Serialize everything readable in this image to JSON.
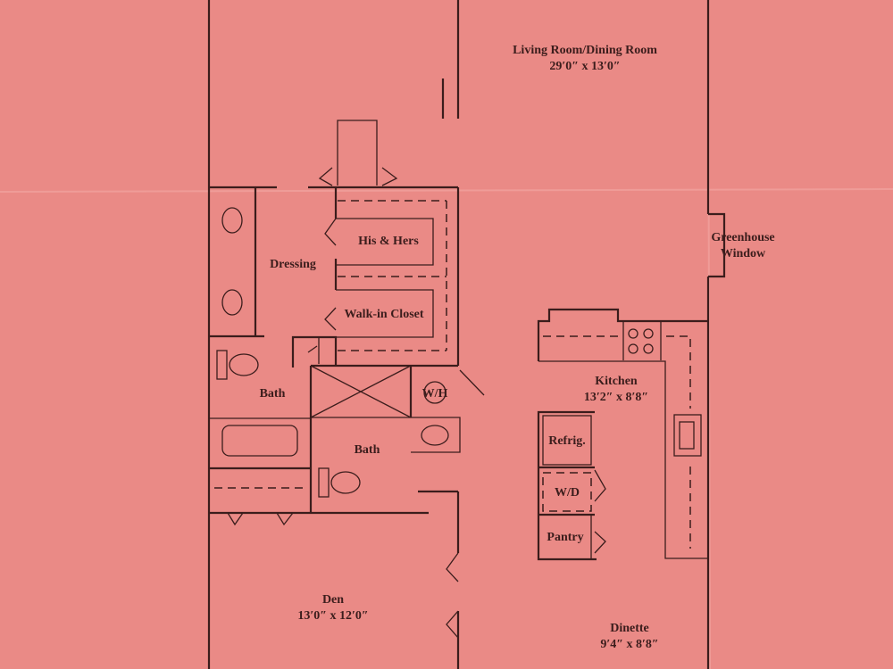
{
  "title": "Floor plan",
  "colors": {
    "paper": "#ea8a86",
    "ink": "#3b1d1c"
  },
  "rooms": {
    "living": {
      "name": "Living Room/Dining Room",
      "size": "29′0″ x 13′0″"
    },
    "greenhouse": {
      "line1": "Greenhouse",
      "line2": "Window"
    },
    "his_hers": {
      "name": "His & Hers"
    },
    "dressing": {
      "name": "Dressing"
    },
    "walk_in": {
      "name": "Walk-in Closet"
    },
    "bath1": {
      "name": "Bath"
    },
    "bath2": {
      "name": "Bath"
    },
    "wh": {
      "name": "W/H"
    },
    "kitchen": {
      "name": "Kitchen",
      "size": "13′2″ x 8′8″"
    },
    "refrig": {
      "name": "Refrig."
    },
    "wd": {
      "name": "W/D"
    },
    "pantry": {
      "name": "Pantry"
    },
    "den": {
      "name": "Den",
      "size": "13′0″ x 12′0″"
    },
    "dinette": {
      "name": "Dinette",
      "size": "9′4″ x 8′8″"
    }
  }
}
